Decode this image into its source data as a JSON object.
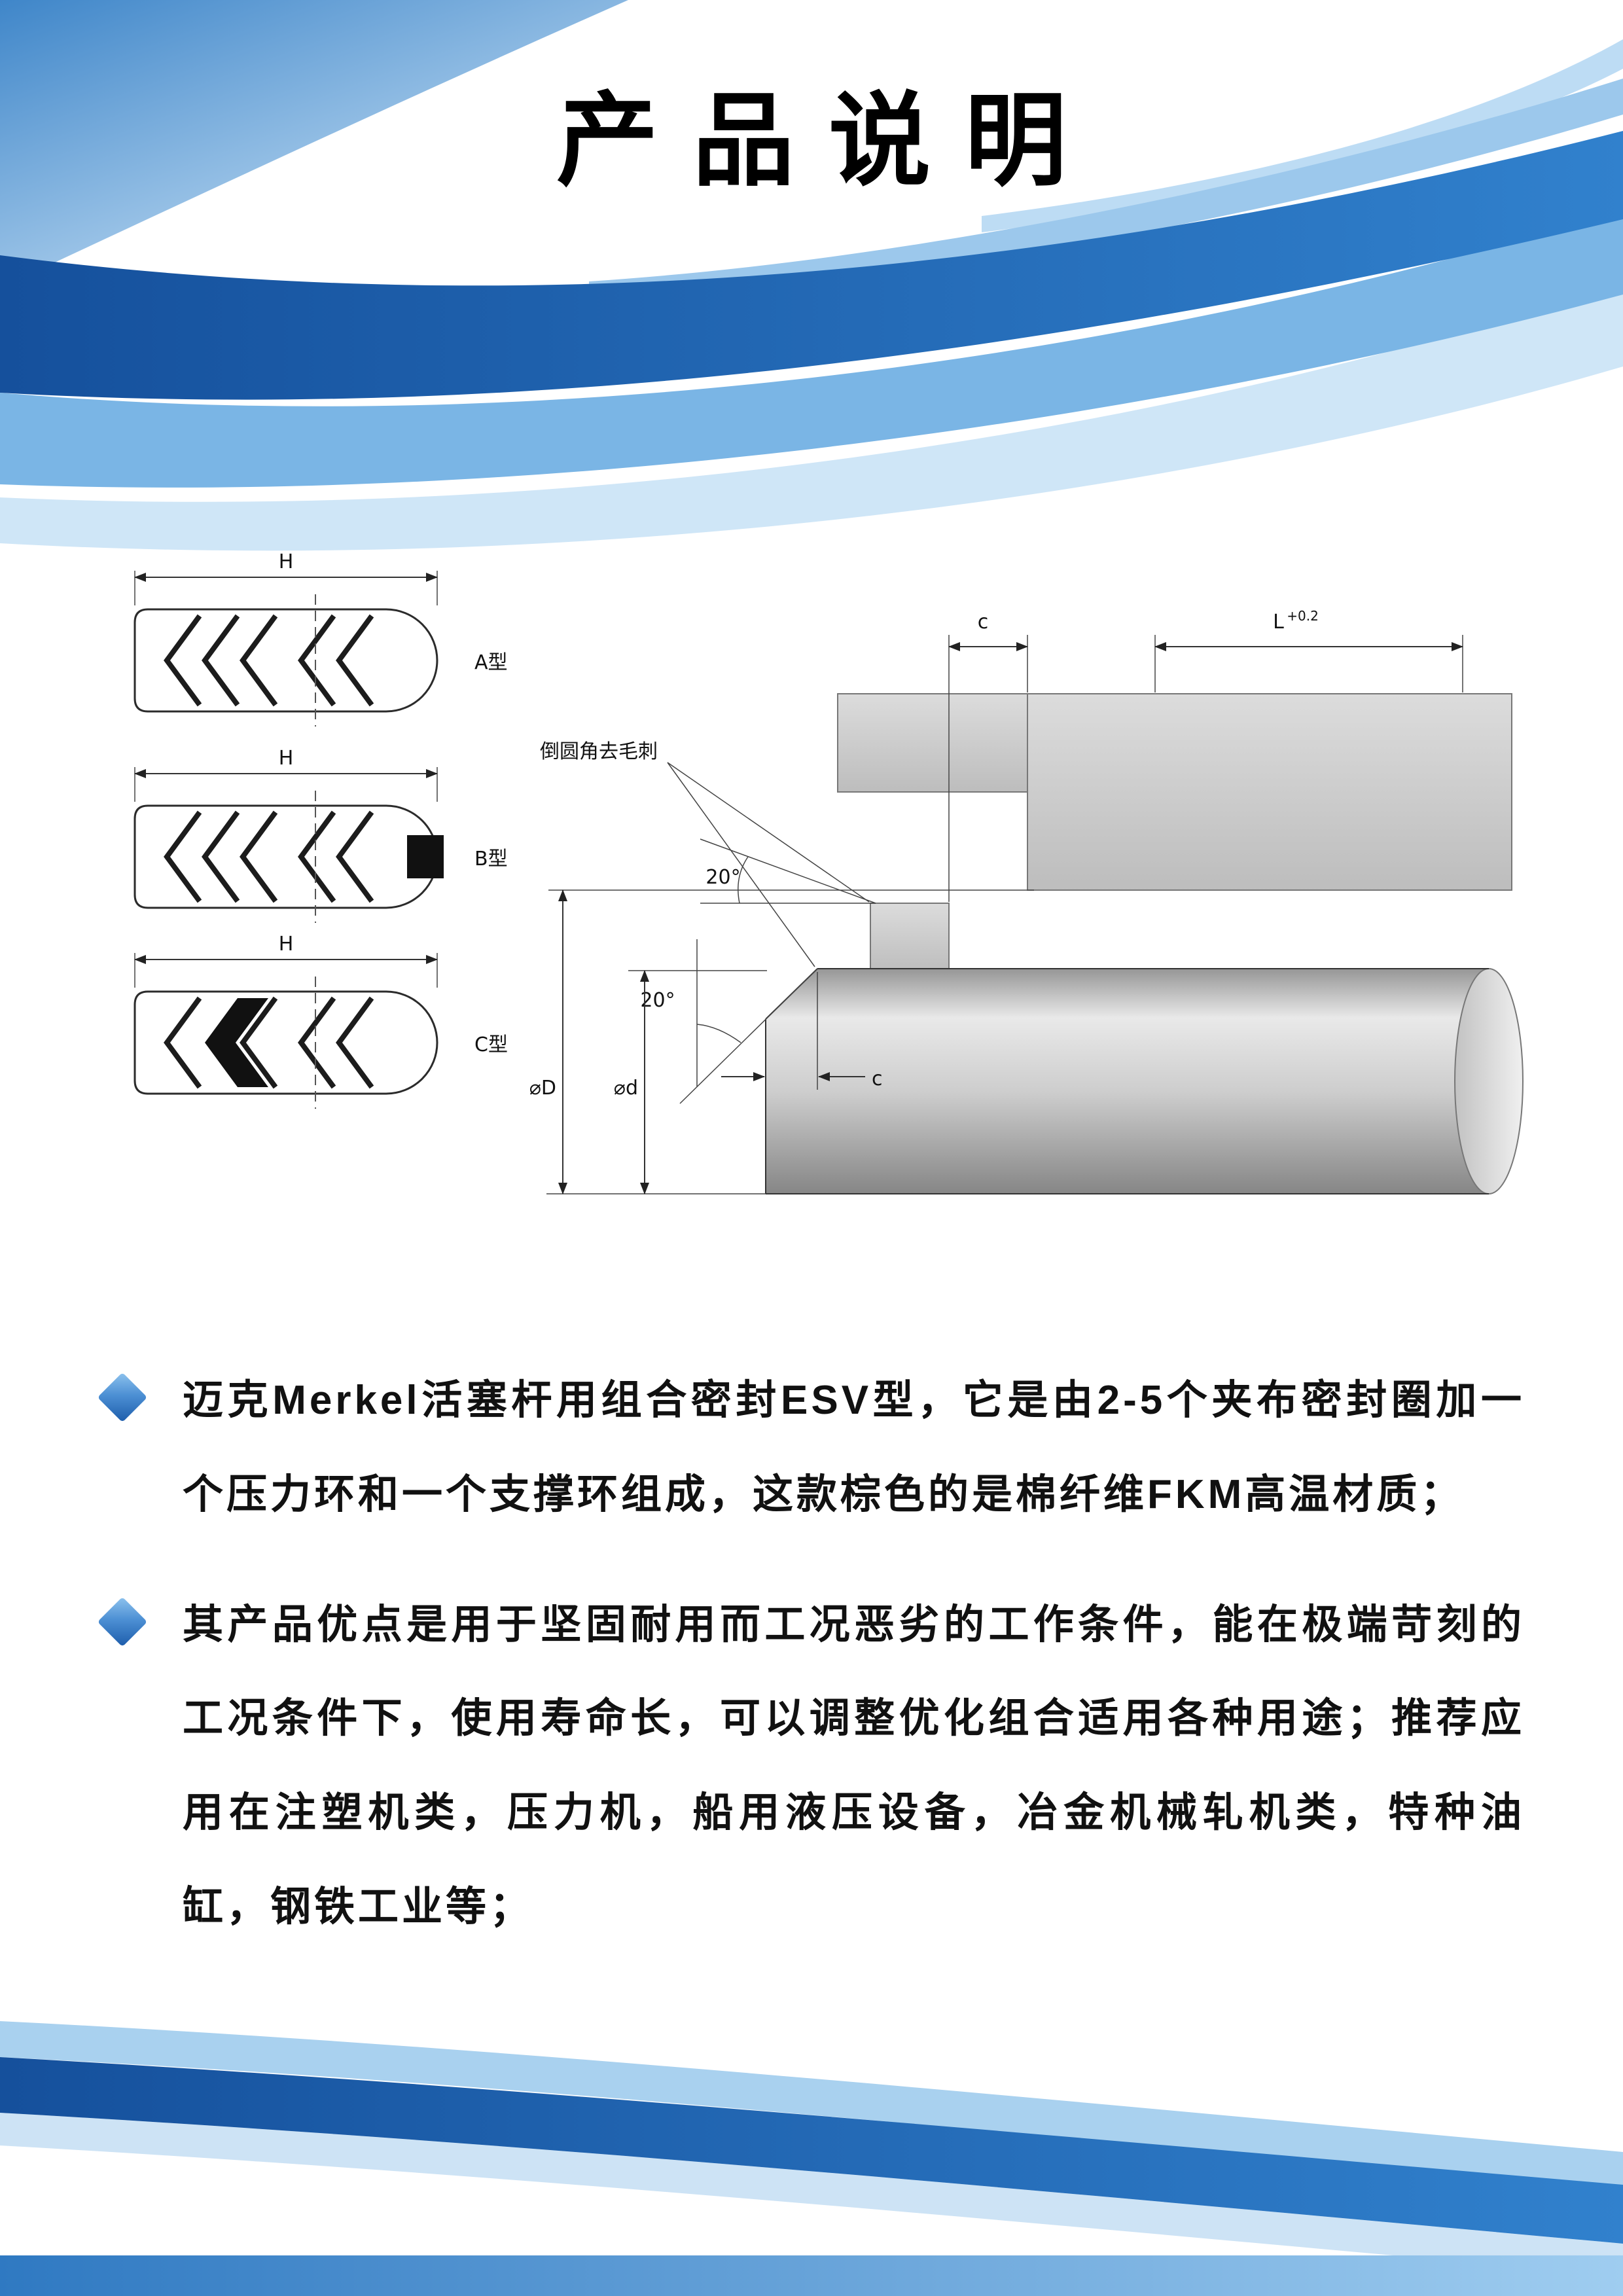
{
  "page": {
    "title": "产品说明"
  },
  "colors": {
    "accent_dark": "#1b5fae",
    "accent_medium": "#7ab5e5",
    "accent_light": "#cfe6f7"
  },
  "diagram": {
    "seals": [
      {
        "dim": "H",
        "type": "A型"
      },
      {
        "dim": "H",
        "type": "B型"
      },
      {
        "dim": "H",
        "type": "C型"
      }
    ],
    "assembly": {
      "chamfer_note": "倒圆角去毛刺",
      "angle_top": "20°",
      "angle_bottom": "20°",
      "dim_c_top": "c",
      "dim_L": "L",
      "dim_L_tol": "+0.2",
      "dim_D": "⌀D",
      "dim_d": "⌀d",
      "dim_c_bottom": "c"
    }
  },
  "bullets": [
    {
      "text": "迈克Merkel活塞杆用组合密封ESV型，它是由2-5个夹布密封圈加一个压力环和一个支撑环组成，这款棕色的是棉纤维FKM高温材质；"
    },
    {
      "text": "其产品优点是用于坚固耐用而工况恶劣的工作条件，能在极端苛刻的工况条件下，使用寿命长，可以调整优化组合适用各种用途；推荐应用在注塑机类，压力机，船用液压设备，冶金机械轧机类，特种油缸，钢铁工业等；"
    }
  ]
}
